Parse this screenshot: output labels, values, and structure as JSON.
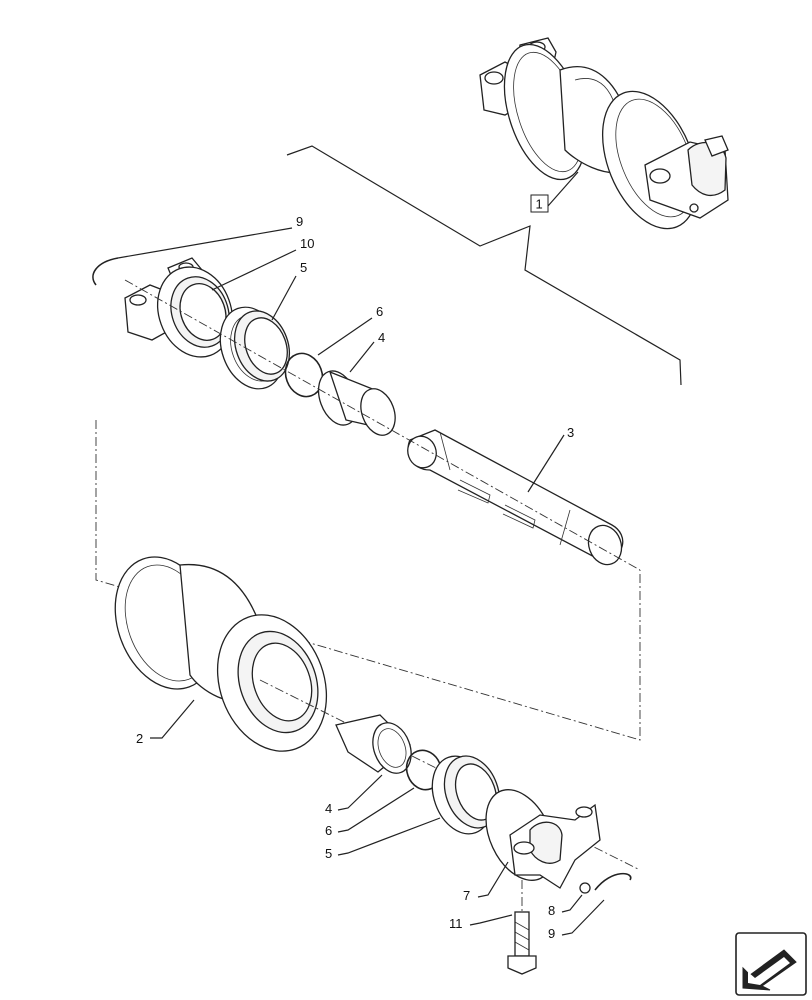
{
  "callouts": {
    "assembly": "1",
    "roller": "2",
    "shaft": "3",
    "bushing_top": "4",
    "bushing_bottom": "4",
    "seal_top": "5",
    "seal_bottom": "5",
    "oring_top": "6",
    "oring_bottom": "6",
    "bracket": "7",
    "plug": "8",
    "ring_top": "9",
    "ring_bottom": "9",
    "collar": "10",
    "bolt": "11"
  },
  "icons": {
    "nav": "arrow-icon"
  },
  "colors": {
    "line": "#222222",
    "background": "#ffffff"
  }
}
